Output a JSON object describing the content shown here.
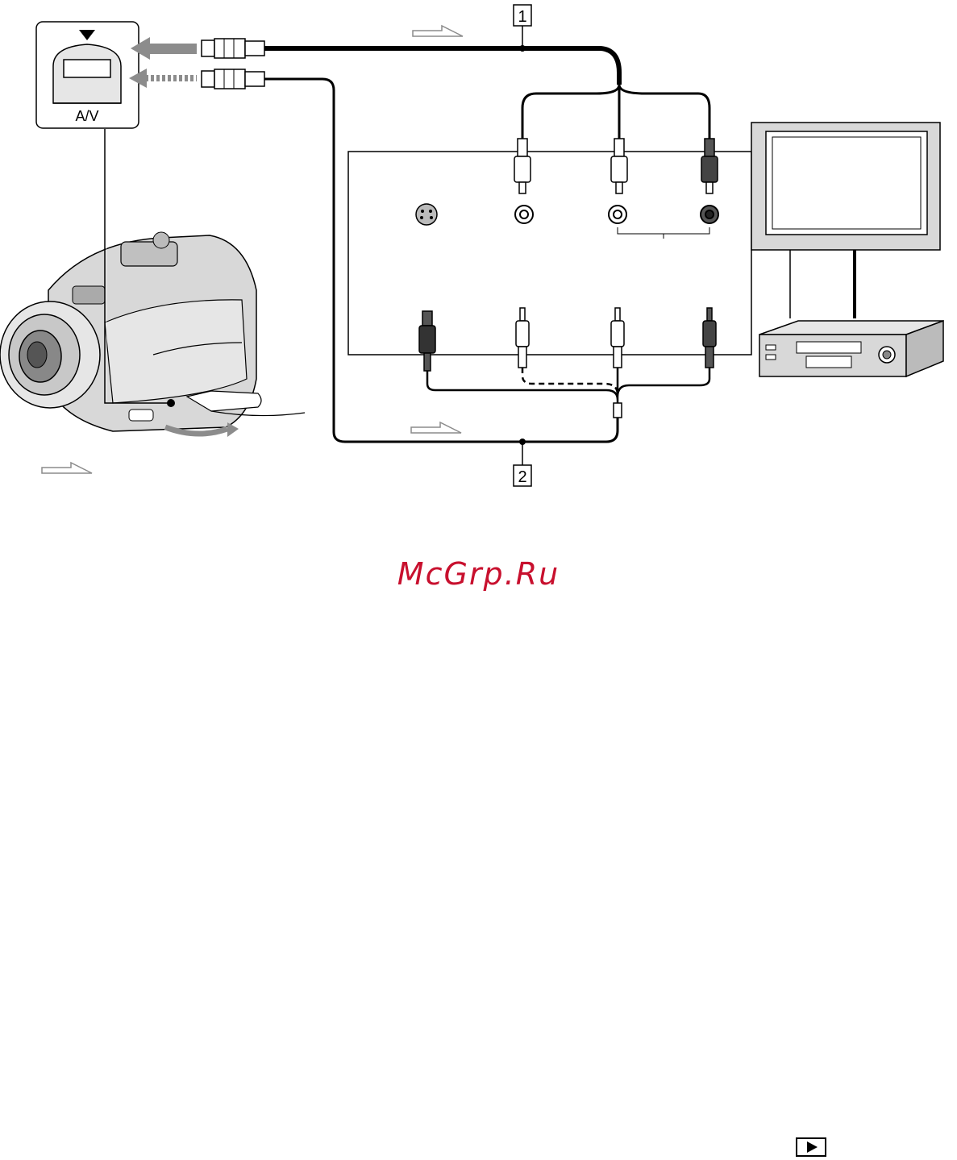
{
  "jack_panel": {
    "label": "A/V",
    "color_arrow": "#8c8c8c"
  },
  "cables": [
    {
      "number": "1",
      "description_visible": ""
    },
    {
      "number": "2",
      "description_visible": ""
    }
  ],
  "watermark": {
    "text": "McGrp.Ru",
    "color": "#c8102e"
  },
  "page_icon": {
    "icon": "play-icon"
  },
  "colors": {
    "line": "#000000",
    "grey": "#8c8c8c",
    "device_grey": "#d8d8d8"
  }
}
